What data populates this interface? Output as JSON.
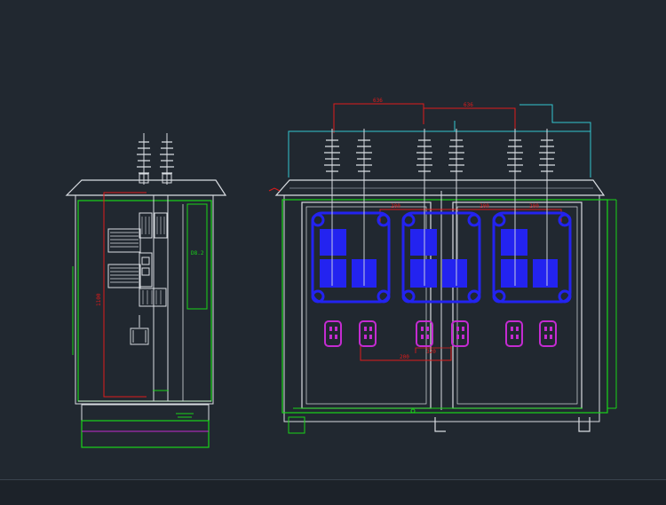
{
  "colors": {
    "background": "#212830",
    "outline": "#d9dde2",
    "green": "#19d419",
    "red": "#e01b1b",
    "cyan": "#33c6d1",
    "blue": "#2323f0",
    "magenta": "#c42bd1",
    "dim": "#8c96a0"
  },
  "icons": {
    "bushing": "insulator-bushing-icon",
    "transformer": "transformer-coil-icon",
    "fuse": "fuse-icon"
  },
  "labels": {
    "side_height": "1100",
    "top_dim_left": "636",
    "top_dim_right": "636",
    "inner_dim_a": "200",
    "inner_dim_b": "200",
    "inner_dim_c": "200",
    "bottom_dim": "200",
    "bottom_dim_small": "320"
  }
}
